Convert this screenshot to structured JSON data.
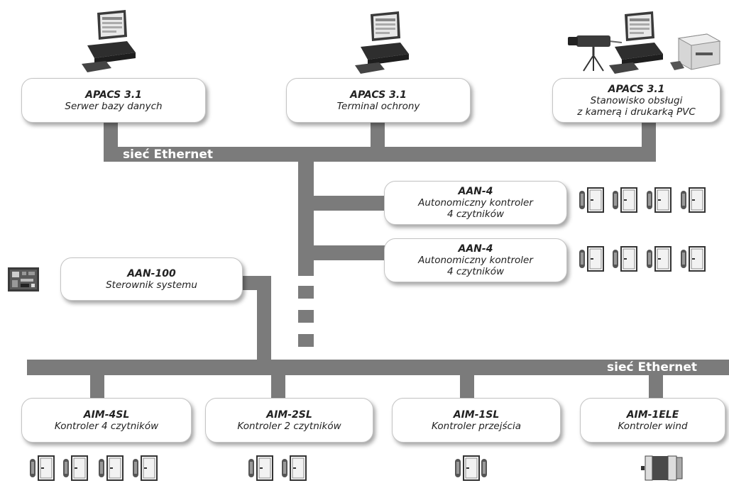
{
  "networks": {
    "top_label": "sieć Ethernet",
    "bottom_label": "sieć Ethernet"
  },
  "stations": [
    {
      "title": "APACS 3.1",
      "line1": "Serwer bazy danych",
      "line2": ""
    },
    {
      "title": "APACS 3.1",
      "line1": "Terminal ochrony",
      "line2": ""
    },
    {
      "title": "APACS 3.1",
      "line1": "Stanowisko obsługi",
      "line2": "z kamerą i drukarką PVC"
    }
  ],
  "aan4": [
    {
      "title": "AAN-4",
      "line1": "Autonomiczny kontroler",
      "line2": "4 czytników"
    },
    {
      "title": "AAN-4",
      "line1": "Autonomiczny kontroler",
      "line2": "4 czytników"
    }
  ],
  "aan100": {
    "title": "AAN-100",
    "line1": "Sterownik systemu"
  },
  "aim": [
    {
      "title": "AIM-4SL",
      "line1": "Kontroler 4 czytników"
    },
    {
      "title": "AIM-2SL",
      "line1": "Kontroler 2 czytników"
    },
    {
      "title": "AIM-1SL",
      "line1": "Kontroler przejścia"
    },
    {
      "title": "AIM-1ELE",
      "line1": "Kontroler wind"
    }
  ],
  "icons": {
    "computer": "computer-icon",
    "camera": "video-camera-icon",
    "printer": "card-printer-icon",
    "door": "door-reader-icon",
    "board": "controller-board-icon"
  },
  "colors": {
    "bus": "#7b7b7b",
    "box_border": "#c4c4c4"
  }
}
